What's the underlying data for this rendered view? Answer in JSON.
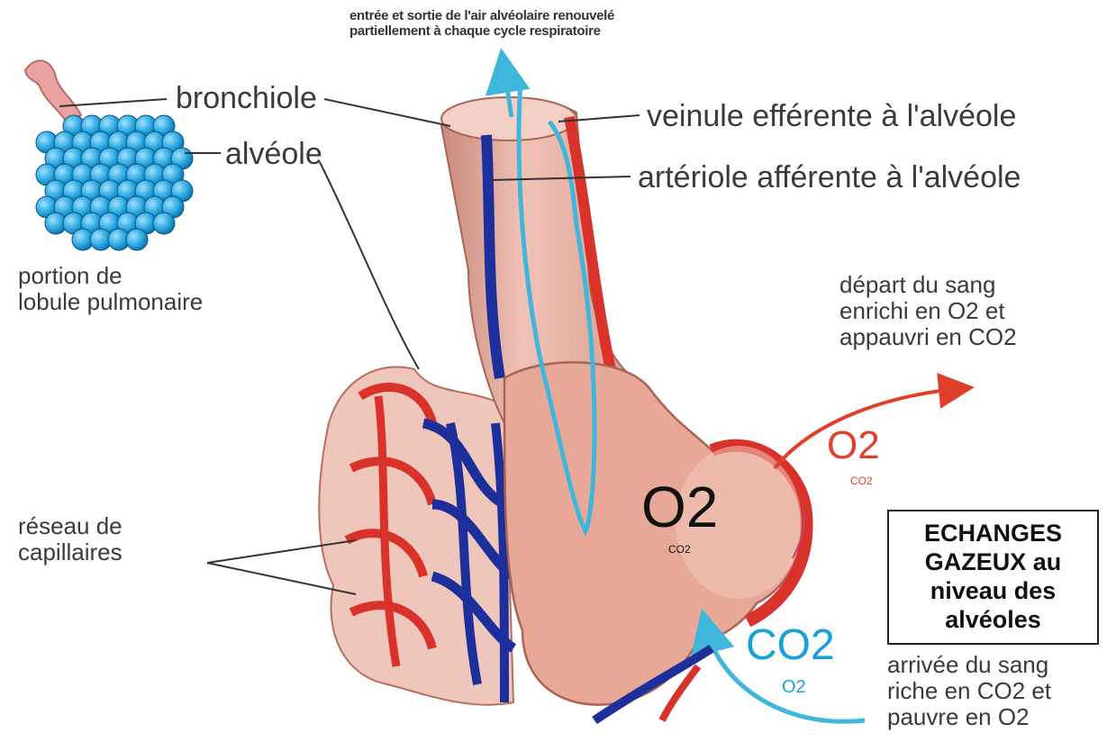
{
  "labels": {
    "air_flow": "entrée et sortie de l'air alvéolaire renouvelé\npartiellement à chaque cycle respiratoire",
    "bronchiole": "bronchiole",
    "alveole": "alvéole",
    "lobule": "portion de\nlobule pulmonaire",
    "veinule": "veinule efférente à l'alvéole",
    "arteriole": "artériole afférente à l'alvéole",
    "depart": "départ du sang\nenrichi en O2 et\nappauvri en CO2",
    "reseau": "réseau de\ncapillaires",
    "arrivee": "arrivée du sang\nriche en CO2 et\npauvre en O2",
    "box": "ECHANGES\nGAZEUX au\nniveau des\nalvéoles"
  },
  "gases": {
    "o2_out": "O2",
    "co2_out_small": "CO2",
    "o2_center": "O2",
    "co2_center_small": "CO2",
    "co2_in": "CO2",
    "o2_in_small": "O2"
  },
  "colors": {
    "artery_red": "#d8322a",
    "vein_blue": "#1d2f9a",
    "tissue_pink": "#e9b3a6",
    "air_cyan": "#3fb6dc",
    "sphere_blue": "#2aa7e0"
  }
}
